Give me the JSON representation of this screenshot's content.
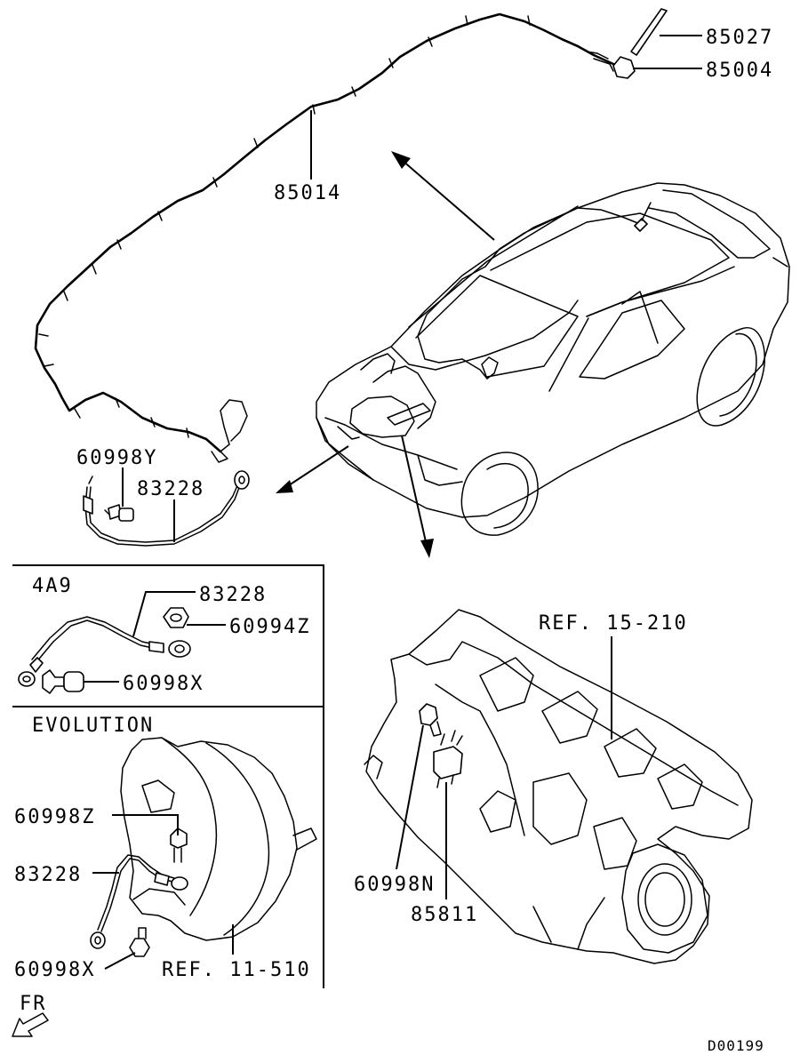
{
  "diagram_id": "D00199",
  "front_marker": "FR",
  "callouts": {
    "p85027": "85027",
    "p85004": "85004",
    "p85014": "85014",
    "p60998Y": "60998Y",
    "p83228_top": "83228",
    "p83228_4a9": "83228",
    "p60994Z": "60994Z",
    "p60998X_4a9": "60998X",
    "ref_15_210": "REF. 15-210",
    "p60998N": "60998N",
    "p85811": "85811",
    "p60998Z": "60998Z",
    "p83228_evo": "83228",
    "p60998X_evo": "60998X",
    "ref_11_510": "REF. 11-510"
  },
  "variants": {
    "box_4a9": "4A9",
    "box_evolution": "EVOLUTION"
  }
}
